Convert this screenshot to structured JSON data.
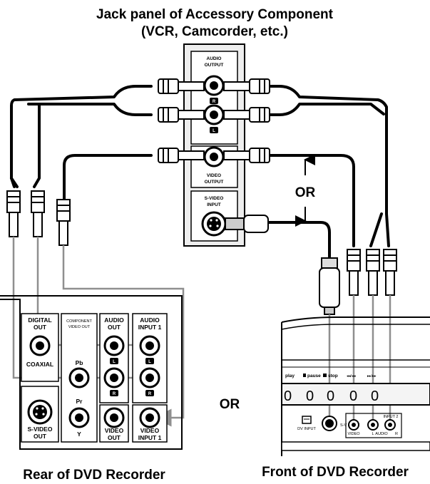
{
  "titles": {
    "top_line1": "Jack panel of Accessory Component",
    "top_line2": "(VCR, Camcorder, etc.)",
    "rear": "Rear of DVD Recorder",
    "front": "Front of DVD Recorder"
  },
  "or_labels": {
    "top": "OR",
    "middle": "OR"
  },
  "accessory_panel": {
    "audio_output": [
      "AUDIO",
      "OUTPUT"
    ],
    "badge_r": "R",
    "badge_l": "L",
    "video_output": [
      "VIDEO",
      "OUTPUT"
    ],
    "svideo_input": [
      "S-VIDEO",
      "INPUT"
    ]
  },
  "rear_panel": {
    "digital_out": [
      "DIGITAL",
      "OUT"
    ],
    "coaxial": "COAXIAL",
    "component_video_out": [
      "COMPONENT",
      "VIDEO OUT"
    ],
    "pb": "Pb",
    "pr": "Pr",
    "y": "Y",
    "audio_out": [
      "AUDIO",
      "OUT"
    ],
    "audio_input1": [
      "AUDIO",
      "INPUT 1"
    ],
    "badge_l": "L",
    "badge_r": "R",
    "svideo_out": [
      "S-VIDEO",
      "OUT"
    ],
    "video_out": [
      "VIDEO",
      "OUT"
    ],
    "video_input1": [
      "VIDEO",
      "INPUT 1"
    ]
  },
  "front_panel": {
    "play": "play",
    "pause": "pause",
    "stop": "stop",
    "rew": "◂◂/◂◂",
    "ffw": "▸▸/▸▸",
    "digits": [
      "0",
      "0",
      "0",
      "0",
      "0"
    ],
    "dv_input": "DV INPUT",
    "s_input": "S-V INPUT",
    "video": "VIDEO",
    "input2": "INPUT 2",
    "l": "L",
    "audio": "AUDIO",
    "r": "R"
  }
}
